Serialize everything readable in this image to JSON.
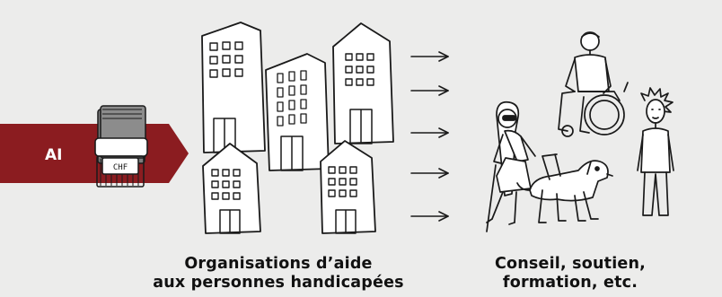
{
  "colors": {
    "background": "#ececeb",
    "arrow_band": "#8b1c20",
    "ink": "#1a1a1a"
  },
  "source": {
    "label": "AI",
    "money_label": "CHF",
    "icon": "stack-of-money-icon"
  },
  "organisations": {
    "icon": "building-icon",
    "count": 5,
    "caption_lines": [
      "Organisations d’aide",
      "aux personnes handicapées"
    ]
  },
  "flows": {
    "icon": "arrow-right-icon",
    "count": 5
  },
  "beneficiaries": {
    "icons": [
      "wheelchair-user-icon",
      "blind-person-icon",
      "guide-dog-icon",
      "standing-person-icon"
    ],
    "caption_lines": [
      "Conseil, soutien,",
      "formation, etc."
    ]
  }
}
